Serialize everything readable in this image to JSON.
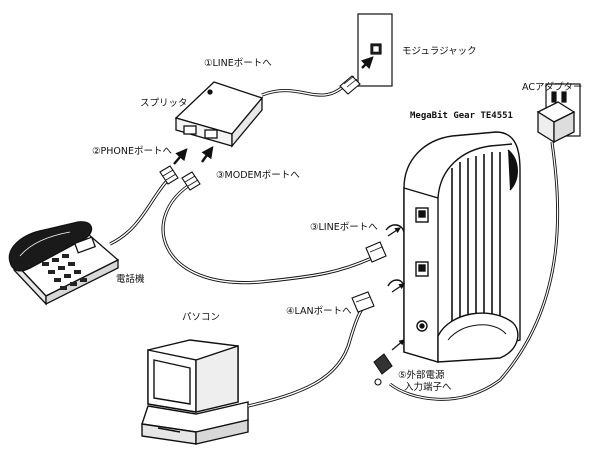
{
  "labels": {
    "modular_jack": "モジュラジャック",
    "line_port_splitter": "①LINEポートへ",
    "splitter": "スプリッタ",
    "phone_port": "②PHONEポートへ",
    "modem_port": "③MODEMポートへ",
    "phone": "電話機",
    "ac_adapter": "ACアダプター",
    "model": "MegaBit Gear TE4551",
    "line_port_modem": "③LINEポートへ",
    "pc": "パソコン",
    "lan_port": "④LANポートへ",
    "power_input_line1": "⑤外部電源",
    "power_input_line2": "入力端子へ"
  },
  "colors": {
    "line": "#111111",
    "background": "#ffffff"
  }
}
